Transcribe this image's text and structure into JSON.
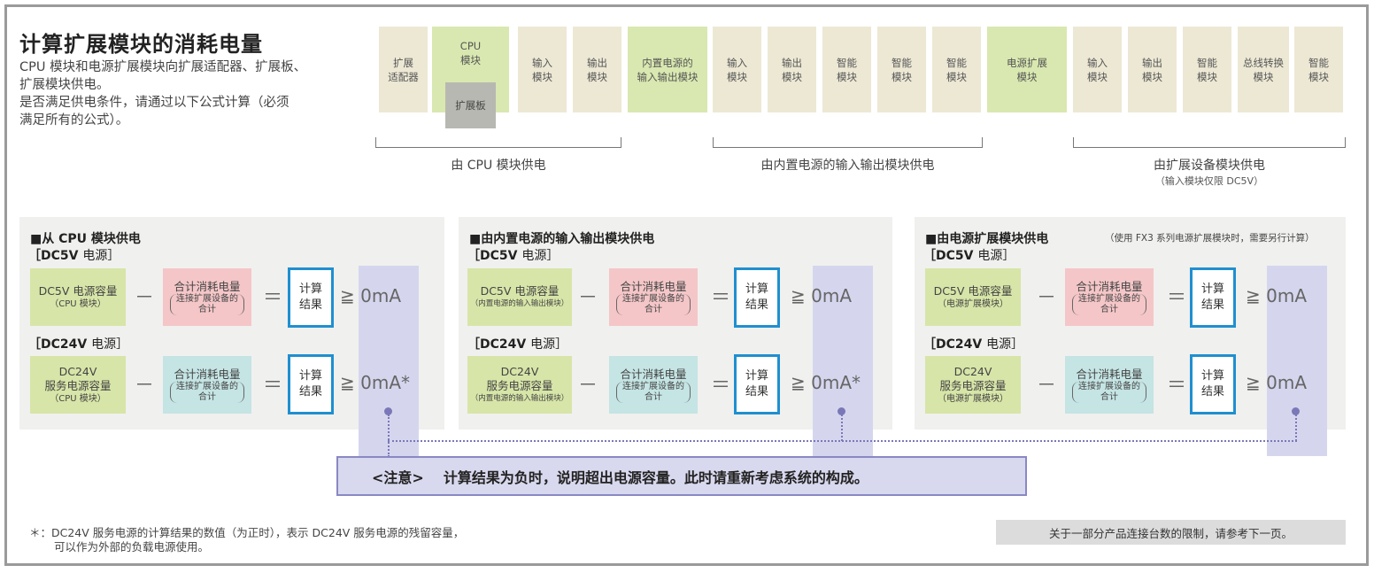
{
  "header": {
    "title": "计算扩展模块的消耗电量",
    "intro_lines": [
      "CPU 模块和电源扩展模块向扩展适配器、扩展板、",
      "扩展模块供电。",
      "是否满足供电条件，请通过以下公式计算（必须",
      "满足所有的公式）。"
    ]
  },
  "modules": [
    {
      "label_1": "扩展",
      "label_2": "适配器",
      "color": "#ece8d4"
    },
    {
      "label_1": "CPU",
      "label_2": "模块",
      "sub_board": "扩展板",
      "color": "#d9e8b0"
    },
    {
      "label_1": "输入",
      "label_2": "模块",
      "color": "#ece8d4"
    },
    {
      "label_1": "输出",
      "label_2": "模块",
      "color": "#ece8d4"
    },
    {
      "label_1": "内置电源的",
      "label_2": "输入输出模块",
      "color": "#d9e8b0"
    },
    {
      "label_1": "输入",
      "label_2": "模块",
      "color": "#ece8d4"
    },
    {
      "label_1": "输出",
      "label_2": "模块",
      "color": "#ece8d4"
    },
    {
      "label_1": "智能",
      "label_2": "模块",
      "color": "#ece8d4"
    },
    {
      "label_1": "智能",
      "label_2": "模块",
      "color": "#ece8d4"
    },
    {
      "label_1": "智能",
      "label_2": "模块",
      "color": "#ece8d4"
    },
    {
      "label_1": "电源扩展",
      "label_2": "模块",
      "color": "#d9e8b0"
    },
    {
      "label_1": "输入",
      "label_2": "模块",
      "color": "#ece8d4"
    },
    {
      "label_1": "输出",
      "label_2": "模块",
      "color": "#ece8d4"
    },
    {
      "label_1": "智能",
      "label_2": "模块",
      "color": "#ece8d4"
    },
    {
      "label_1": "总线转换",
      "label_2": "模块",
      "color": "#ece8d4"
    },
    {
      "label_1": "智能",
      "label_2": "模块",
      "color": "#ece8d4"
    }
  ],
  "groups": [
    {
      "label": "由 CPU 模块供电"
    },
    {
      "label": "由内置电源的输入输出模块供电"
    },
    {
      "label": "由扩展设备模块供电",
      "sub": "（输入模块仅限 DC5V）"
    }
  ],
  "panels": [
    {
      "title": "■从 CPU 模块供电",
      "note": "",
      "dc5v_header_bold": "［DC5V",
      "dc5v_header_light": "电源］",
      "dc5v_cap_main": "DC5V 电源容量",
      "dc5v_cap_sub": "（CPU 模块）",
      "dc24v_header_bold": "［DC24V",
      "dc24v_header_light": "电源］",
      "dc24v_cap_1": "DC24V",
      "dc24v_cap_2": "服务电源容量",
      "dc24v_cap_sub": "（CPU 模块）",
      "dc5v_result_cmp": "≧ 0mA",
      "dc24v_result_cmp": "≧ 0mA*"
    },
    {
      "title": "■由内置电源的输入输出模块供电",
      "note": "",
      "dc5v_header_bold": "［DC5V",
      "dc5v_header_light": "电源］",
      "dc5v_cap_main": "DC5V 电源容量",
      "dc5v_cap_sub": "（内置电源的输入输出模块）",
      "dc24v_header_bold": "［DC24V",
      "dc24v_header_light": "电源］",
      "dc24v_cap_1": "DC24V",
      "dc24v_cap_2": "服务电源容量",
      "dc24v_cap_sub": "（内置电源的输入输出模块）",
      "dc5v_result_cmp": "≧ 0mA",
      "dc24v_result_cmp": "≧ 0mA*"
    },
    {
      "title": "■由电源扩展模块供电",
      "note": "（使用 FX3 系列电源扩展模块时，需要另行计算）",
      "dc5v_header_bold": "［DC5V",
      "dc5v_header_light": "电源］",
      "dc5v_cap_main": "DC5V 电源容量",
      "dc5v_cap_sub": "（电源扩展模块）",
      "dc24v_header_bold": "［DC24V",
      "dc24v_header_light": "电源］",
      "dc24v_cap_1": "DC24V",
      "dc24v_cap_2": "服务电源容量",
      "dc24v_cap_sub": "（电源扩展模块）",
      "dc5v_result_cmp": "≧ 0mA",
      "dc24v_result_cmp": "≧ 0mA"
    }
  ],
  "formula": {
    "minus": "－",
    "equals": "＝",
    "consumption_main": "合计消耗电量",
    "consumption_sub_1": "连接扩展设备的",
    "consumption_sub_2": "合计",
    "result_1": "计算",
    "result_2": "结果",
    "colors": {
      "capacity": "#d7e5a8",
      "dc5v_consumption": "#f4c6c8",
      "dc24v_consumption": "#c5e4e4",
      "result_border": "#1f8fd0",
      "zone": "#d5d6ee"
    }
  },
  "caution": {
    "tag": "<注意>",
    "text": "计算结果为负时，说明超出电源容量。此时请重新考虑系统的构成。"
  },
  "footnote": {
    "line_1": "＊：DC24V 服务电源的计算结果的数值（为正时），表示 DC24V 服务电源的残留容量，",
    "line_2": "可以作为外部的负载电源使用。"
  },
  "next_page_note": "关于一部分产品连接台数的限制，请参考下一页。"
}
